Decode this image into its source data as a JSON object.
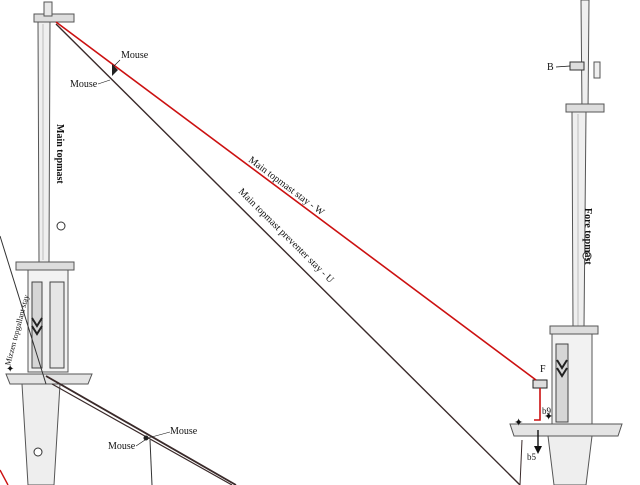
{
  "labels": {
    "mouse_top_right": "Mouse",
    "mouse_top_left": "Mouse",
    "main_topmast": "Main topmast",
    "fore_topmast": "Fore topmast",
    "main_topmast_stay": "Main topmast stay - W",
    "main_topmast_preventer_stay": "Main topmast preventer stay - U",
    "mizzen_topgallant_stay": "Mizzen topgallant stay",
    "mouse_bottom_right": "Mouse",
    "mouse_bottom_left": "Mouse",
    "marker_b": "B",
    "marker_f": "F",
    "marker_b9": "b9",
    "marker_b5": "b5"
  },
  "colors": {
    "stay_red": "#cc1111",
    "preventer_dark": "#3a2a2a",
    "mast_fill": "#eeeeee",
    "mast_stroke": "#555555"
  }
}
